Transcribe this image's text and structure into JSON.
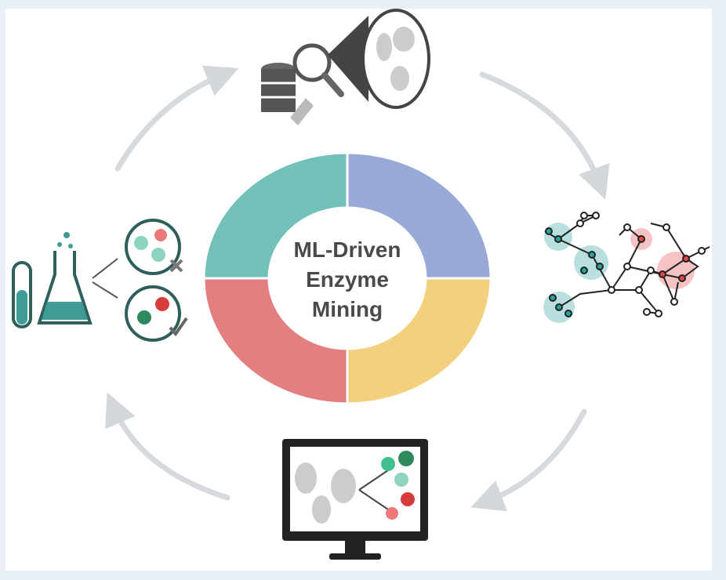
{
  "center": {
    "line1": "ML-Driven",
    "line2": "Enzyme",
    "line3": "Mining"
  },
  "colors": {
    "teal": "#72c1b8",
    "blue": "#97a9d6",
    "red": "#e37f80",
    "yellow": "#f3d07e",
    "arrow": "#d3d7dc",
    "dark": "#2f5f5c"
  }
}
